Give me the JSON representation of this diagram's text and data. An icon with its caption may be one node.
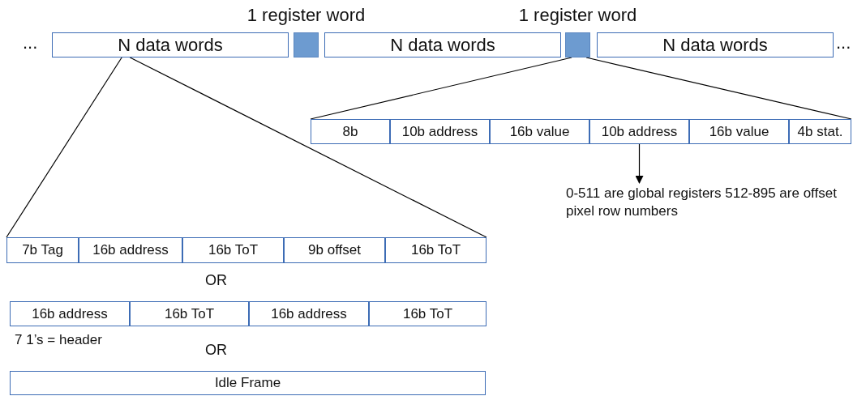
{
  "diagram": {
    "nodes": [
      {
        "text": [
          "N data words"
        ]
      },
      {
        "text": [],
        "shape": "box",
        "beside": [
          "1 register word"
        ]
      },
      {
        "text": [
          "N data words"
        ]
      },
      {
        "text": [],
        "shape": "box",
        "beside": [
          "1 register word"
        ]
      },
      {
        "text": [
          "N data words"
        ]
      },
      {
        "text": [
          "8b"
        ]
      },
      {
        "text": [
          "10b address"
        ]
      },
      {
        "text": [
          "16b value"
        ]
      },
      {
        "text": [
          "10b address"
        ]
      },
      {
        "text": [
          "16b value"
        ]
      },
      {
        "text": [
          "4b stat."
        ]
      },
      {
        "text": [
          "0-511 are global registers 512-895 are offset pixel row numbers"
        ]
      },
      {
        "text": [
          "7b Tag"
        ]
      },
      {
        "text": [
          "16b address"
        ]
      },
      {
        "text": [
          "16b ToT"
        ]
      },
      {
        "text": [
          "9b offset"
        ]
      },
      {
        "text": [
          "16b ToT"
        ]
      },
      {
        "text": [
          "16b address"
        ]
      },
      {
        "text": [
          "16b ToT"
        ]
      },
      {
        "text": [
          "16b address"
        ]
      },
      {
        "text": [
          "16b ToT"
        ]
      },
      {
        "text": [
          "Idle Frame"
        ]
      }
    ],
    "edges": [
      {
        "from": 0,
        "to": 12,
        "arrow": "none"
      },
      {
        "from": 0,
        "to": 16,
        "arrow": "none"
      },
      {
        "from": 3,
        "to": 5,
        "arrow": "none"
      },
      {
        "from": 3,
        "to": 10,
        "arrow": "none"
      },
      {
        "from": 8,
        "to": 11,
        "arrow": "to"
      }
    ],
    "labels": [
      "...",
      "...",
      "OR",
      "7 1’s = header",
      "OR"
    ]
  }
}
